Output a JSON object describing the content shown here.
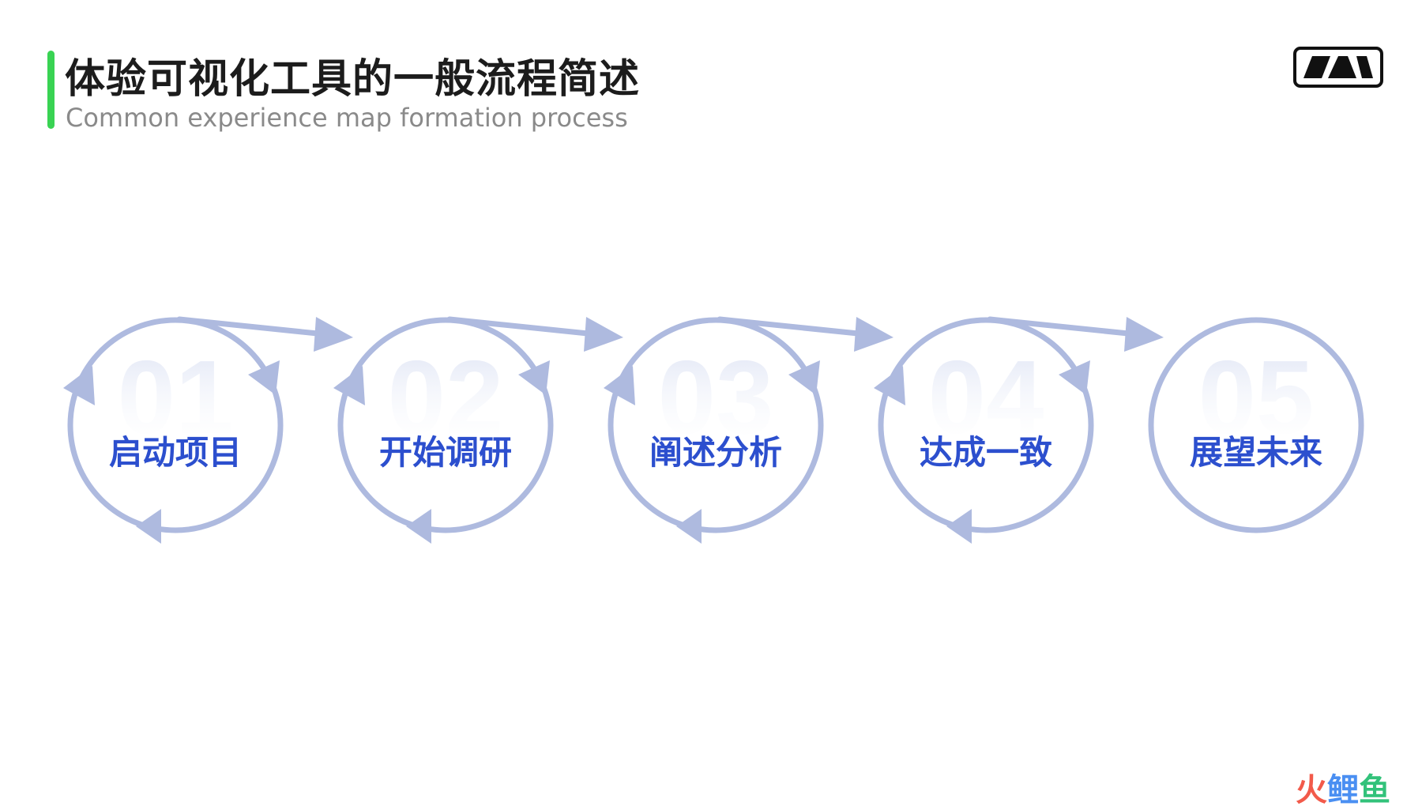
{
  "header": {
    "title": "体验可视化工具的一般流程简述",
    "subtitle": "Common experience map formation process"
  },
  "logo": {
    "icon": "brand-logo-icon"
  },
  "colors": {
    "accent": "#39d353",
    "ring": "#aebadf",
    "label": "#2c4fce",
    "number": "#dfe4f3"
  },
  "steps": [
    {
      "number": "01",
      "label": "启动项目"
    },
    {
      "number": "02",
      "label": "开始调研"
    },
    {
      "number": "03",
      "label": "阐述分析"
    },
    {
      "number": "04",
      "label": "达成一致"
    },
    {
      "number": "05",
      "label": "展望未来"
    }
  ],
  "watermark": {
    "part1": "火",
    "part2": "鲤",
    "part3": "鱼"
  }
}
